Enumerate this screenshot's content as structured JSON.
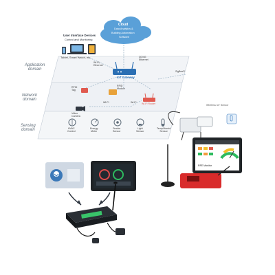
{
  "top_diagram": {
    "cloud": {
      "title": "Cloud",
      "lines": [
        "Data Analytics &",
        "Building Automation",
        "Software"
      ]
    },
    "user_interface": {
      "title": "User Interface Devices",
      "subtitle": "Control and Monitoring",
      "devices_caption": "Tablet, Smart Watch, etc."
    },
    "links": {
      "wifi_ethernet": "Wi-Fi,\nEthernet",
      "fourg_ethernet": "3G/4G\nEthernet",
      "zigbee": "ZigBee®"
    },
    "gateway_label": "IoT Gateway",
    "domains": {
      "application": "Application\ndomain",
      "network": "Network\ndomain",
      "sensing": "Sensing\ndomain"
    },
    "network_items": {
      "rfid_tag": "RFID\nTag",
      "rfid_module": "RFID\nModule",
      "wifi_router": "Wi-Fi Router",
      "wifi_left": "Wi-Fi",
      "wifi_right": "Wi-Fi",
      "video_camera": "Video\nCamera"
    },
    "sensors": [
      {
        "label": "HVAC\nControl",
        "icon": "hvac-icon"
      },
      {
        "label": "Energy\nMeter",
        "icon": "energy-meter-icon"
      },
      {
        "label": "Smoke\nSensor",
        "icon": "smoke-sensor-icon"
      },
      {
        "label": "Light\nSensor",
        "icon": "light-sensor-icon"
      },
      {
        "label": "Temp/Humid\nSensor",
        "icon": "temp-humid-sensor-icon"
      }
    ],
    "extra_sensor_labels": {
      "light": "Light"
    }
  },
  "right_product": {
    "device_caption": "Wireless IoT Sensor",
    "tablet_label": "RFE Monitor"
  },
  "left_product": {}
}
